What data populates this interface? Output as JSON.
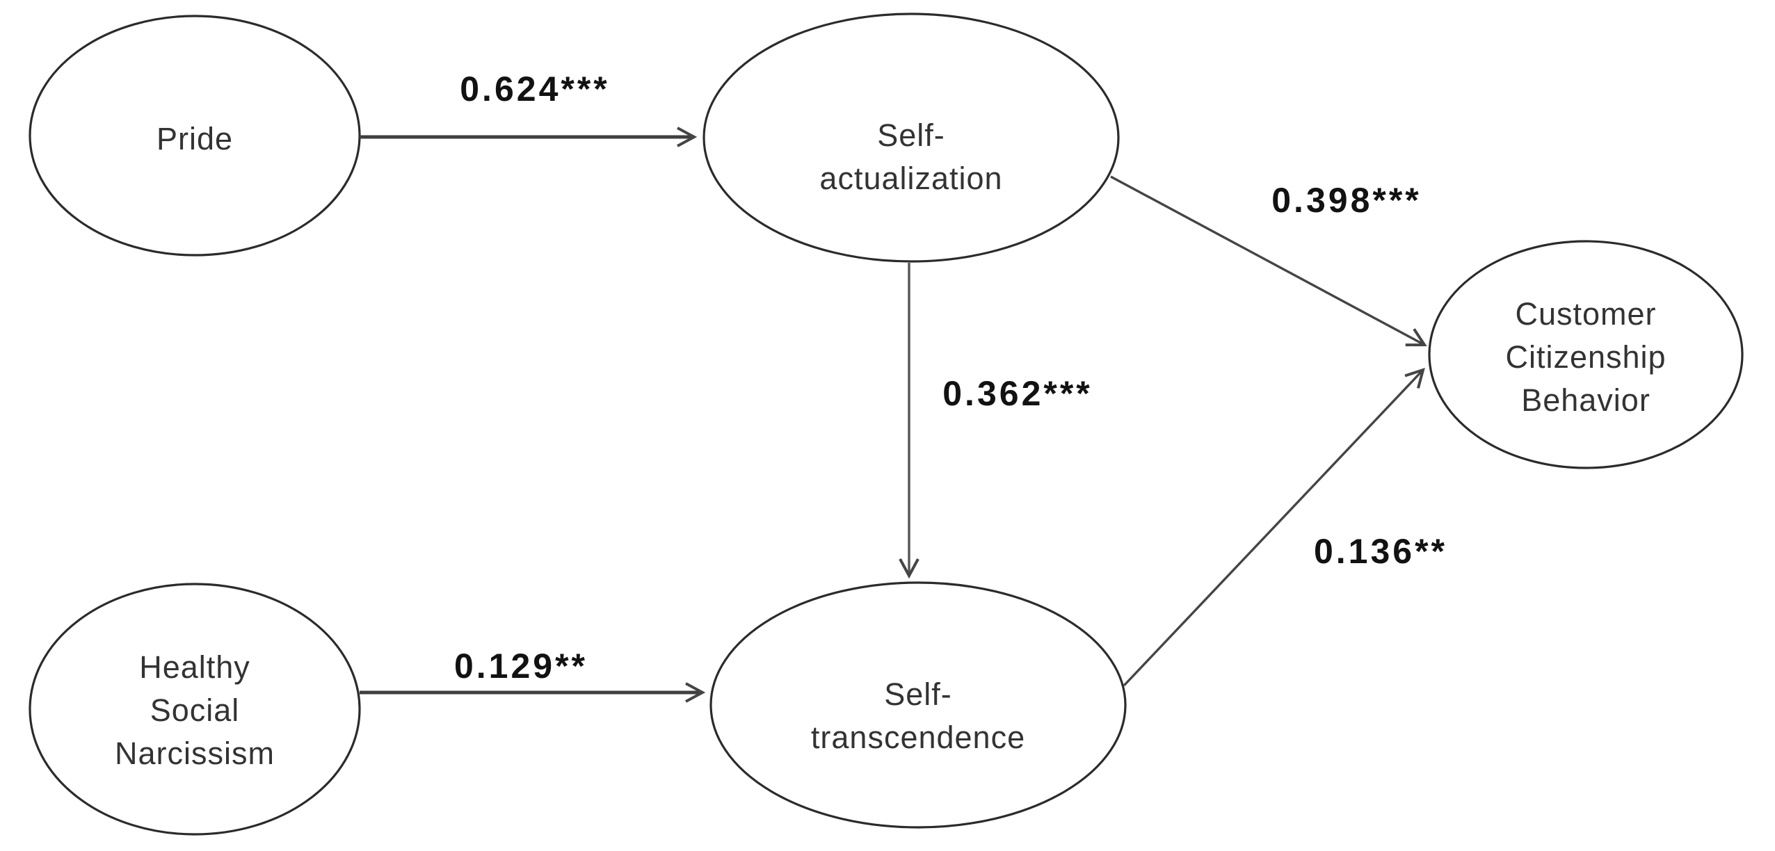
{
  "figure": {
    "type": "sem-path-diagram",
    "background_color": "#ffffff",
    "node_fill_color": "#ffffff",
    "node_stroke_color": "#2b2b2b",
    "edge_color": "#454545",
    "node_label_color": "#333333",
    "edge_label_color": "#121212",
    "nodes": {
      "pride": {
        "label": "Pride"
      },
      "self_actualization": {
        "label": "Self-\nactualization"
      },
      "customer_citizenship_behavior": {
        "label": "Customer\nCitizenship\nBehavior"
      },
      "healthy_social_narcissism": {
        "label": "Healthy\nSocial\nNarcissism"
      },
      "self_transcendence": {
        "label": "Self-\ntranscendence"
      }
    },
    "edges": {
      "pride_to_self_actualization": {
        "from": "Pride",
        "to": "Self-actualization",
        "coefficient": 0.624,
        "significance": "***",
        "label": "0.624***"
      },
      "self_actualization_to_customer_citizenship_behavior": {
        "from": "Self-actualization",
        "to": "Customer Citizenship Behavior",
        "coefficient": 0.398,
        "significance": "***",
        "label": "0.398***"
      },
      "self_actualization_to_self_transcendence": {
        "from": "Self-actualization",
        "to": "Self-transcendence",
        "coefficient": 0.362,
        "significance": "***",
        "label": "0.362***"
      },
      "healthy_social_narcissism_to_self_transcendence": {
        "from": "Healthy Social Narcissism",
        "to": "Self-transcendence",
        "coefficient": 0.129,
        "significance": "**",
        "label": "0.129**"
      },
      "self_transcendence_to_customer_citizenship_behavior": {
        "from": "Self-transcendence",
        "to": "Customer Citizenship Behavior",
        "coefficient": 0.136,
        "significance": "**",
        "label": "0.136**"
      }
    }
  }
}
